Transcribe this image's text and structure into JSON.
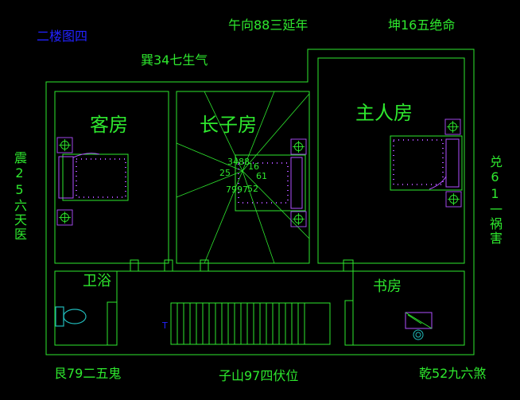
{
  "floor_title": "二楼图四",
  "directions": {
    "south": "午向88三延年",
    "southwest": "坤16五绝命",
    "southeast": "巽34七生气",
    "east": "震25六天医",
    "west": "兑61一祸害",
    "northeast": "艮79二五鬼",
    "north": "子山97四伏位",
    "northwest": "乾52九六煞"
  },
  "rooms": {
    "guest": "客房",
    "elder_son": "长子房",
    "master": "主人房",
    "bathroom": "卫浴",
    "study": "书房"
  },
  "center_numbers": {
    "top": "3488",
    "left": "25",
    "right": "61",
    "bottom": "7997",
    "right_top": "16",
    "right_bot": "52"
  },
  "stair_mark": "T",
  "colors": {
    "line": "#2ee82e",
    "furniture": "#b050ff",
    "fixture": "#20b8b8",
    "accent": "#2222ff"
  }
}
